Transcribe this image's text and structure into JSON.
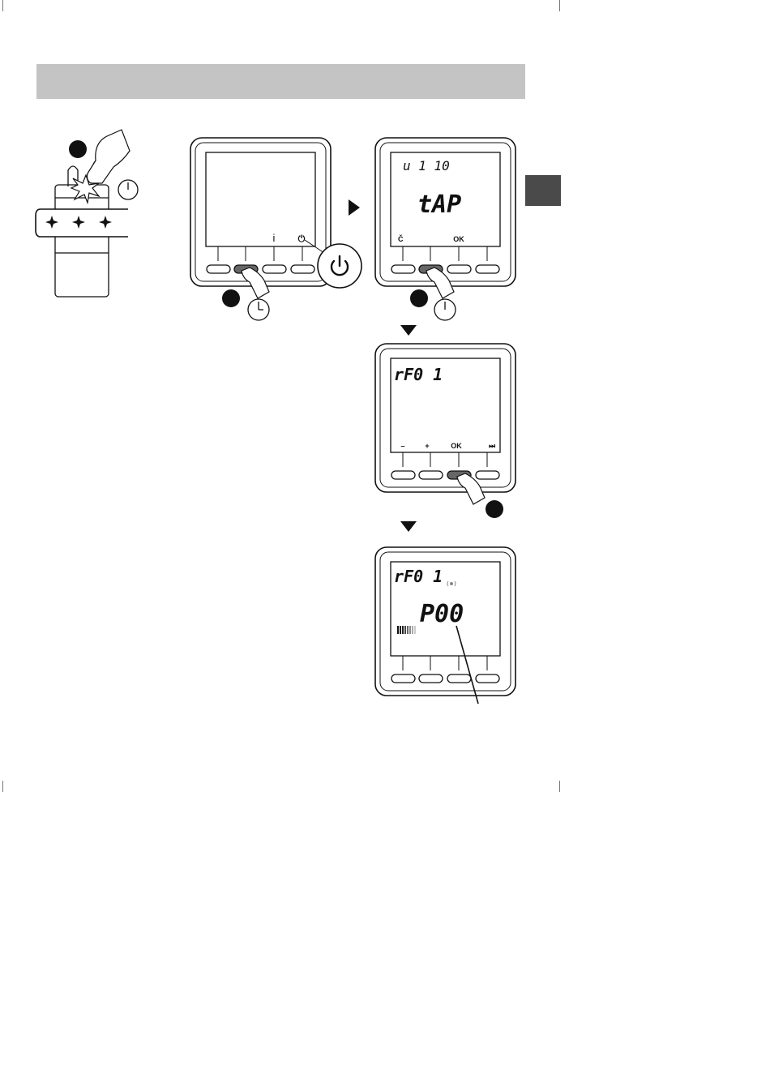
{
  "panel_1": {
    "labels": [
      "i",
      "⏻"
    ],
    "enlarged_button_icon": "power-icon"
  },
  "panel_2": {
    "line_1": "u 1 10",
    "line_2": "tAP",
    "labels": [
      "Č",
      "OK"
    ]
  },
  "panel_3": {
    "line_1": "rF0 1",
    "labels": [
      "–",
      "+",
      "OK",
      "⏭"
    ]
  },
  "panel_4": {
    "line_1": "rF0 1",
    "line_2": "P00",
    "radio_icon": "signal-icon",
    "level_icon": "signal-bars-icon"
  },
  "colors": {
    "header_bar": "#c4c4c4",
    "side_tab": "#4a4a4a",
    "pressed_button": "#666666"
  }
}
